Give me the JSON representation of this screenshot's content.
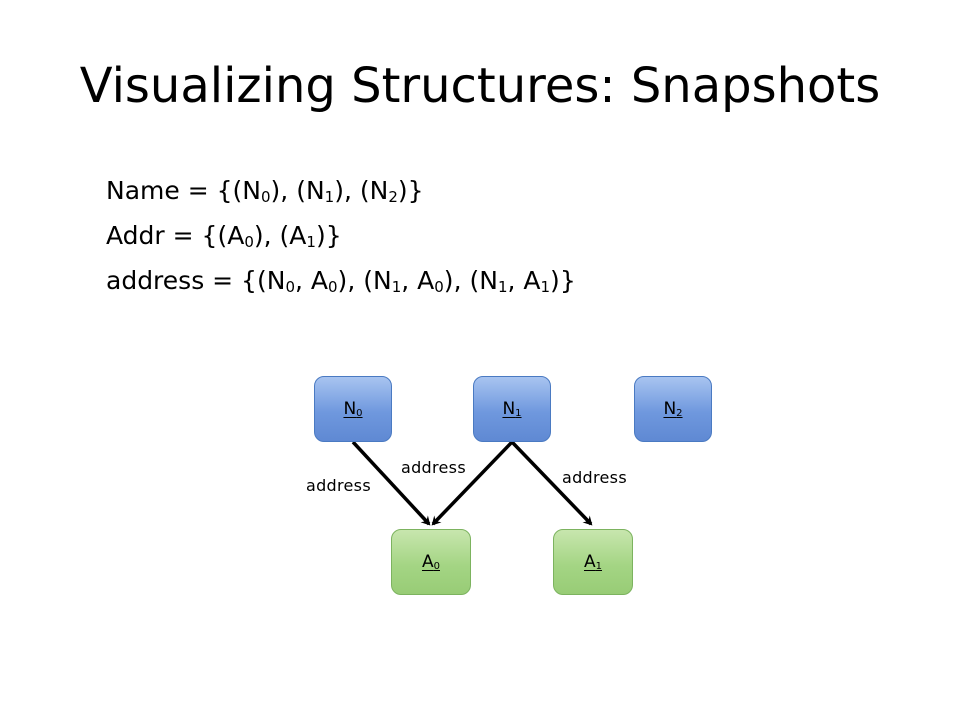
{
  "slide": {
    "title": "Visualizing Structures: Snapshots"
  },
  "definitions": [
    {
      "name": "Name",
      "tuples": [
        [
          [
            "N",
            "0"
          ]
        ],
        [
          [
            "N",
            "1"
          ]
        ],
        [
          [
            "N",
            "2"
          ]
        ]
      ]
    },
    {
      "name": "Addr",
      "tuples": [
        [
          [
            "A",
            "0"
          ]
        ],
        [
          [
            "A",
            "1"
          ]
        ]
      ]
    },
    {
      "name": "address",
      "tuples": [
        [
          [
            "N",
            "0"
          ],
          [
            "A",
            "0"
          ]
        ],
        [
          [
            "N",
            "1"
          ],
          [
            "A",
            "0"
          ]
        ],
        [
          [
            "N",
            "1"
          ],
          [
            "A",
            "1"
          ]
        ]
      ]
    }
  ],
  "diagram": {
    "nodes": [
      {
        "id": "N0",
        "base": "N",
        "sub": "0",
        "kind": "name"
      },
      {
        "id": "N1",
        "base": "N",
        "sub": "1",
        "kind": "name"
      },
      {
        "id": "N2",
        "base": "N",
        "sub": "2",
        "kind": "name"
      },
      {
        "id": "A0",
        "base": "A",
        "sub": "0",
        "kind": "addr"
      },
      {
        "id": "A1",
        "base": "A",
        "sub": "1",
        "kind": "addr"
      }
    ],
    "edges": [
      {
        "from": "N0",
        "to": "A0",
        "label": "address"
      },
      {
        "from": "N1",
        "to": "A0",
        "label": "address"
      },
      {
        "from": "N1",
        "to": "A1",
        "label": "address"
      }
    ],
    "colors": {
      "name_fill": "#6f98de",
      "name_border": "#4a7ac2",
      "addr_fill": "#a4d584",
      "addr_border": "#7cb35f",
      "edge": "#000000"
    }
  }
}
